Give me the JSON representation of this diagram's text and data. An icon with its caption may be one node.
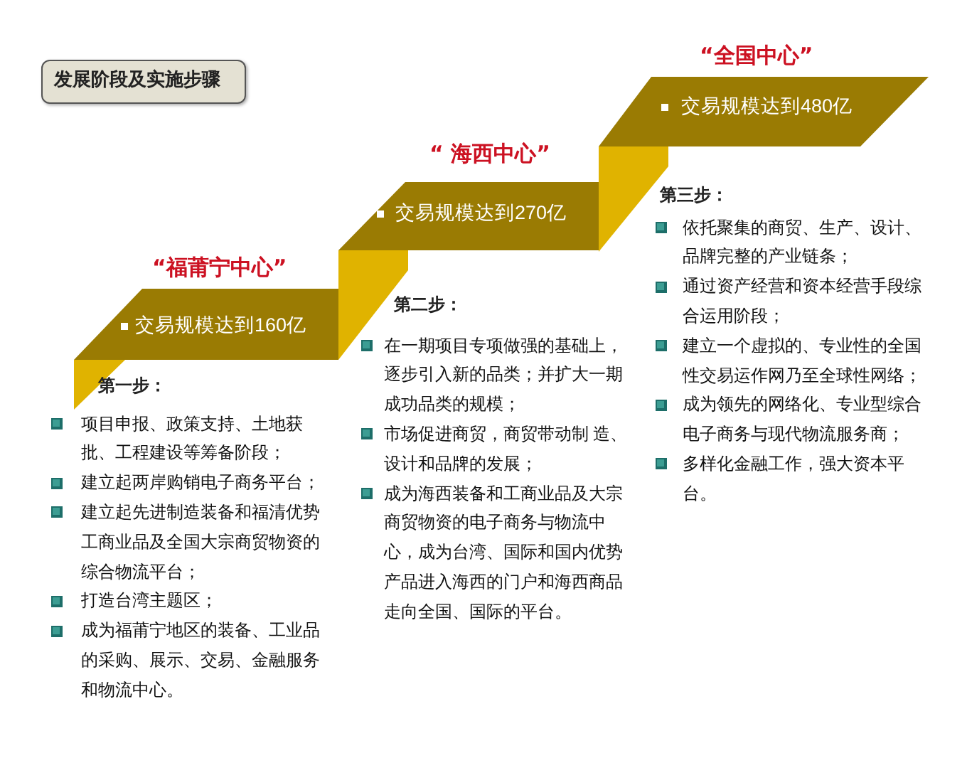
{
  "diagram": {
    "title": "发展阶段及实施步骤",
    "nodes": [
      {
        "text": [
          "交易规模达到160亿"
        ],
        "beside": [
          "“福莆宁中心”"
        ]
      },
      {
        "text": [
          "交易规模达到270亿"
        ],
        "beside": [
          "“ 海西中心”"
        ]
      },
      {
        "text": [
          "交易规模达到480亿"
        ],
        "beside": [
          "“全国中心”"
        ]
      }
    ],
    "labels": [
      "第一步：",
      "项目申报、政策支持、土地获批、工程建设等筹备阶段；",
      "建立起两岸购销电子商务平台；",
      "建立起先进制造装备和福清优势工商业品及全国大宗商贸物资的综合物流平台；",
      "打造台湾主题区；",
      "成为福莆宁地区的装备、工业品的采购、展示、交易、金融服务和物流中心。",
      "第二步：",
      "在一期项目专项做强的基础上，逐步引入新的品类；并扩大一期成功品类的规模；",
      "市场促进商贸，商贸带动制 造、设计和品牌的发展；",
      "成为海西装备和工商业品及大宗商贸物资的电子商务与物流中心，成为台湾、国际和国内优势产品进入海西的门户和海西商品走向全国、国际的平台。",
      "第三步：",
      "依托聚集的商贸、生产、设计、品牌完整的产业链条；",
      "通过资产经营和资本经营手段综合运用阶段；",
      "建立一个虚拟的、专业性的全国性交易运作网乃至全球性网络；",
      "成为领先的网络化、专业型综合电子商务与现代物流服务商；",
      "多样化金融工作，强大资本平台。"
    ]
  }
}
